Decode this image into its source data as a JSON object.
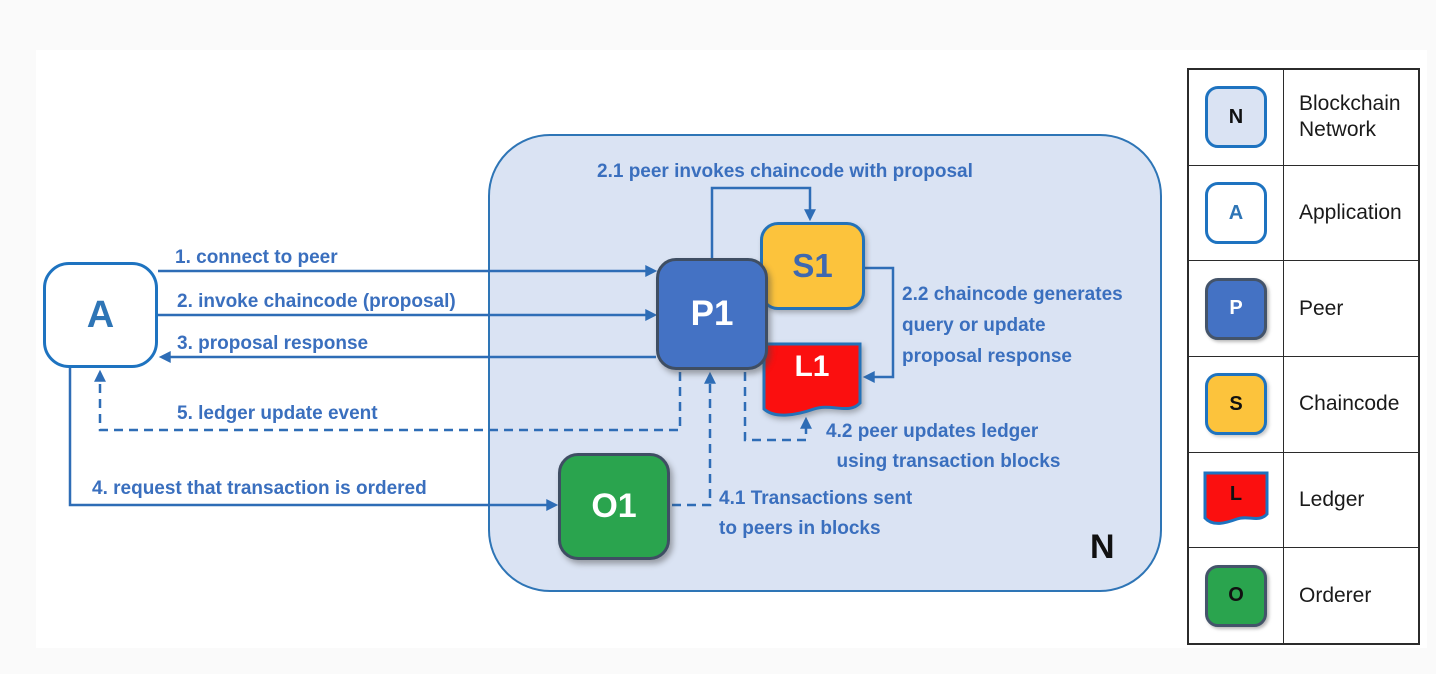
{
  "colors": {
    "page_background": "#fafafa",
    "canvas_background": "#ffffff",
    "network_fill": "#dae3f3",
    "network_border": "#2e75b6",
    "arrow_blue": "#2e6db6",
    "flow_label_blue": "#3a6fbe",
    "peer_fill": "#4472c4",
    "chaincode_fill": "#fcc33c",
    "ledger_fill": "#fb0f0f",
    "orderer_fill": "#2aa44e",
    "dark_border": "#3f4e63",
    "blue_border": "#1e73c0"
  },
  "diagram": {
    "network_label": "N",
    "nodes": {
      "application": "A",
      "peer": "P1",
      "chaincode": "S1",
      "ledger": "L1",
      "orderer": "O1"
    },
    "flow_labels": {
      "step1": "1. connect to peer",
      "step2": "2. invoke chaincode (proposal)",
      "step3": "3. proposal response",
      "step4": "4. request that transaction is ordered",
      "step5": "5. ledger update event",
      "step2_1": "2.1 peer invokes chaincode with proposal",
      "step2_2": "2.2 chaincode generates\nquery or update\nproposal response",
      "step4_1": "4.1 Transactions sent\nto peers in blocks",
      "step4_2": "4.2 peer updates ledger\n  using transaction blocks"
    }
  },
  "legend": {
    "rows": [
      {
        "icon": "N",
        "label": "Blockchain Network"
      },
      {
        "icon": "A",
        "label": "Application"
      },
      {
        "icon": "P",
        "label": "Peer"
      },
      {
        "icon": "S",
        "label": "Chaincode"
      },
      {
        "icon": "L",
        "label": "Ledger"
      },
      {
        "icon": "O",
        "label": "Orderer"
      }
    ]
  }
}
